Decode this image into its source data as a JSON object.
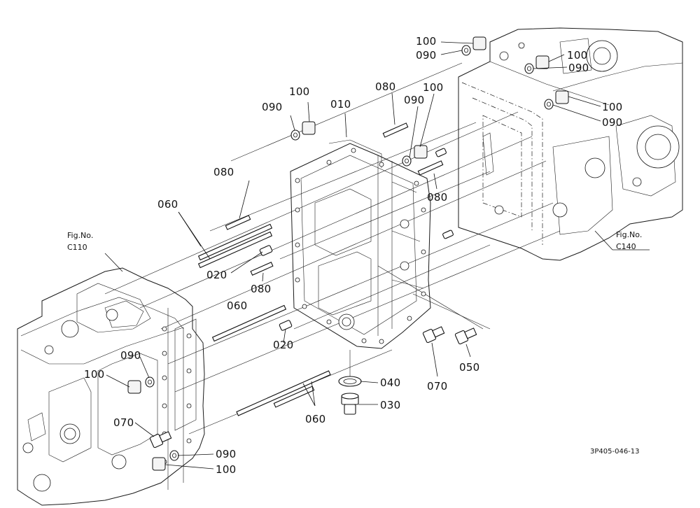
{
  "drawing_code": "3P405-046-13",
  "fig_refs": [
    {
      "label": "Fig.No.",
      "number": "C110"
    },
    {
      "label": "Fig.No.",
      "number": "C140"
    }
  ],
  "callouts": {
    "c010": "010",
    "c020a": "020",
    "c020b": "020",
    "c030": "030",
    "c040": "040",
    "c050": "050",
    "c060a": "060",
    "c060b": "060",
    "c060c": "060",
    "c070a": "070",
    "c070b": "070",
    "c080a": "080",
    "c080b": "080",
    "c080c": "080",
    "c080d": "080",
    "c090a": "090",
    "c090b": "090",
    "c090c": "090",
    "c090d": "090",
    "c090e": "090",
    "c090f": "090",
    "c090g": "090",
    "c100a": "100",
    "c100b": "100",
    "c100c": "100",
    "c100d": "100",
    "c100e": "100",
    "c100f": "100",
    "c100g": "100"
  }
}
